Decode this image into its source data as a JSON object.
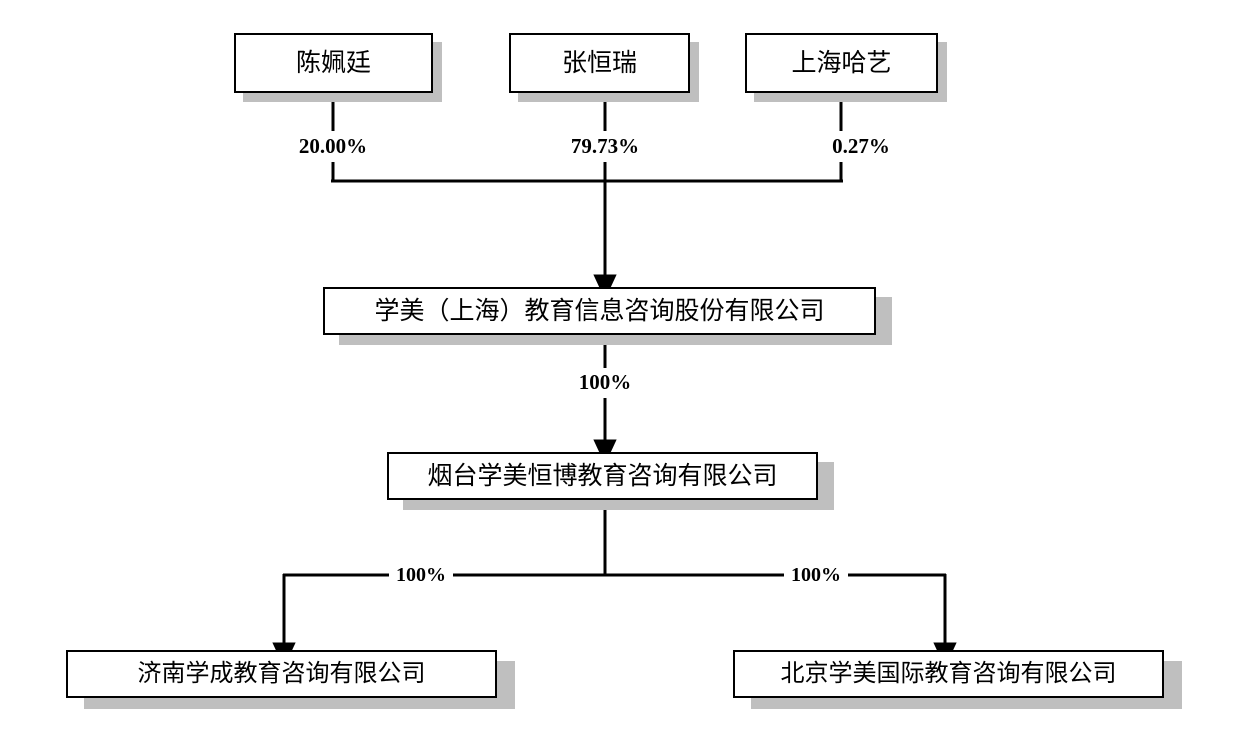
{
  "diagram": {
    "type": "ownership-structure-chart",
    "title": "",
    "background_color": "#FFFFFF",
    "box_border_color": "#000000",
    "box_fill_color": "#FFFFFF",
    "shadow_color": "#BFBFBF",
    "connector_color": "#000000"
  },
  "shareholders": [
    {
      "id": "sh1",
      "label": "陈姵廷",
      "ownership": "20.00%"
    },
    {
      "id": "sh2",
      "label": "张恒瑞",
      "ownership": "79.73%"
    },
    {
      "id": "sh3",
      "label": "上海哈艺",
      "ownership": "0.27%"
    }
  ],
  "parent": {
    "id": "parent",
    "label": "学美（上海）教育信息咨询股份有限公司",
    "ownership_to_child": "100%"
  },
  "subsidiary": {
    "id": "sub1",
    "label": "烟台学美恒博教育咨询有限公司"
  },
  "grandchildren": [
    {
      "id": "gc1",
      "label": "济南学成教育咨询有限公司",
      "ownership": "100%"
    },
    {
      "id": "gc2",
      "label": "北京学美国际教育咨询有限公司",
      "ownership": "100%"
    }
  ]
}
